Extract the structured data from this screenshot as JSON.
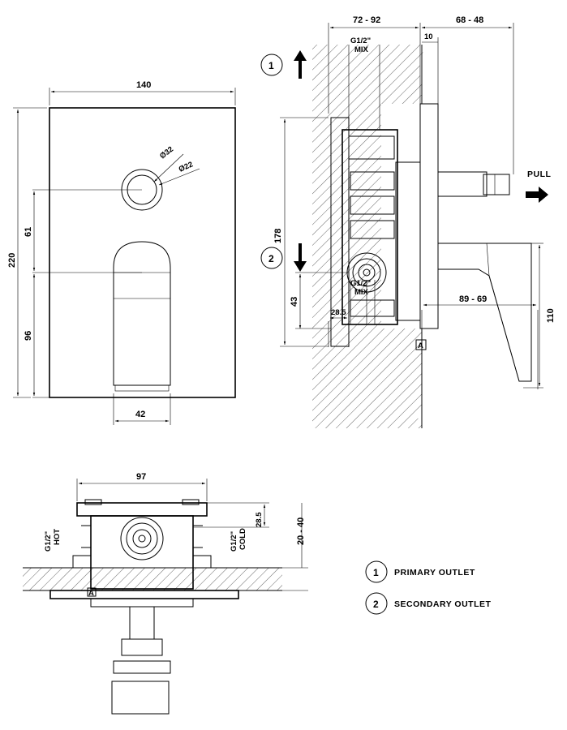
{
  "front": {
    "width": "140",
    "height": "220",
    "dia_outer": "Ø32",
    "dia_inner": "Ø22",
    "h_upper": "61",
    "h_lower": "96",
    "handle_width": "42"
  },
  "side": {
    "wall_depth": "72 - 92",
    "projection": "68 - 48",
    "offset": "10",
    "conn_top": "G1/2\"",
    "conn_top_sub": "MIX",
    "conn_bottom": "G1/2\"",
    "conn_bottom_sub": "MIX",
    "body_height": "178",
    "outlet_height": "43",
    "handle_height": "110",
    "depth_bottom": "89 - 69",
    "min_depth": "28.5",
    "pull_label": "PULL",
    "marker": "A",
    "outlet1_num": "1",
    "outlet2_num": "2"
  },
  "top": {
    "width": "97",
    "conn_left": "G1/2\"",
    "conn_left_sub": "HOT",
    "conn_right": "G1/2\"",
    "conn_right_sub": "COLD",
    "height_small": "28.5",
    "wall_range": "20 - 40",
    "marker": "A"
  },
  "legend": {
    "items": [
      {
        "num": "1",
        "label": "PRIMARY OUTLET"
      },
      {
        "num": "2",
        "label": "SECONDARY OUTLET"
      }
    ]
  }
}
